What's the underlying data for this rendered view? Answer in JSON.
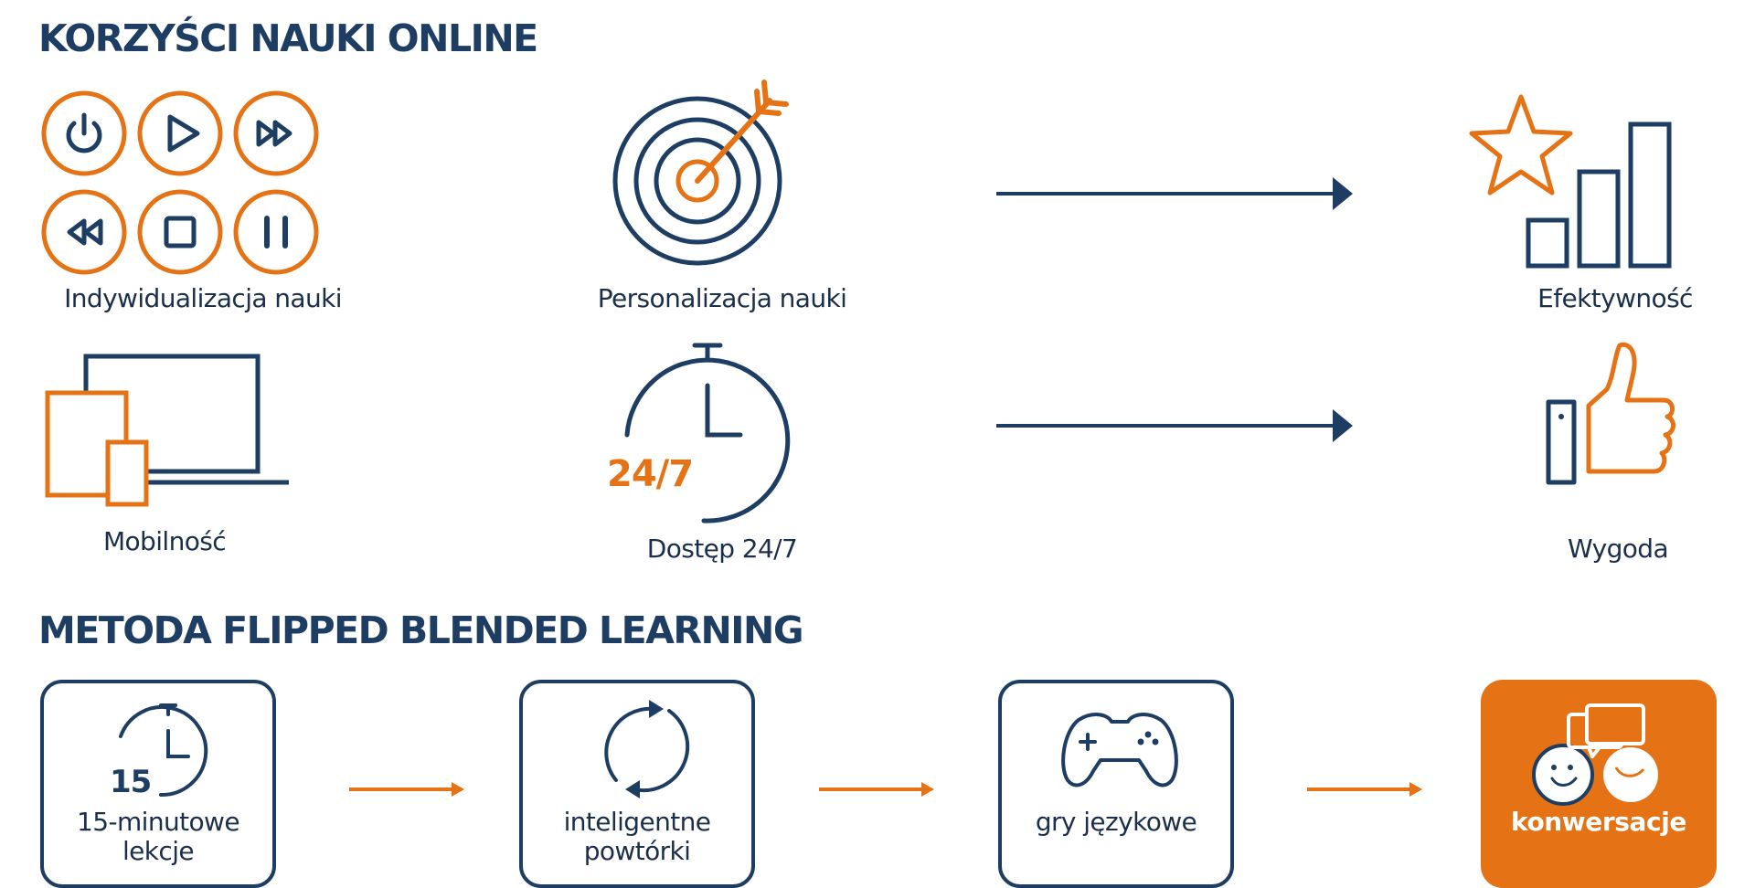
{
  "section1": {
    "title": "KORZYŚCI NAUKI ONLINE",
    "benefits": {
      "individualization": "Indywidualizacja nauki",
      "personalization": "Personalizacja nauki",
      "effectiveness": "Efektywność",
      "mobility": "Mobilność",
      "access": "Dostęp 24/7",
      "access_badge": "24/7",
      "convenience": "Wygoda"
    }
  },
  "section2": {
    "title": "METODA FLIPPED BLENDED LEARNING",
    "steps": [
      {
        "label": "15-minutowe\nlekcje",
        "badge": "15"
      },
      {
        "label": "inteligentne\npowtórki"
      },
      {
        "label": "gry językowe"
      },
      {
        "label": "konwersacje"
      }
    ]
  },
  "colors": {
    "navy": "#1e3d63",
    "orange": "#e57316"
  },
  "icons": [
    "power-icon",
    "play-icon",
    "fast-forward-icon",
    "rewind-icon",
    "stop-icon",
    "pause-icon",
    "target-icon",
    "bar-chart-star-icon",
    "devices-icon",
    "stopwatch-icon",
    "thumbs-up-icon",
    "refresh-icon",
    "gamepad-icon",
    "chat-faces-icon"
  ]
}
